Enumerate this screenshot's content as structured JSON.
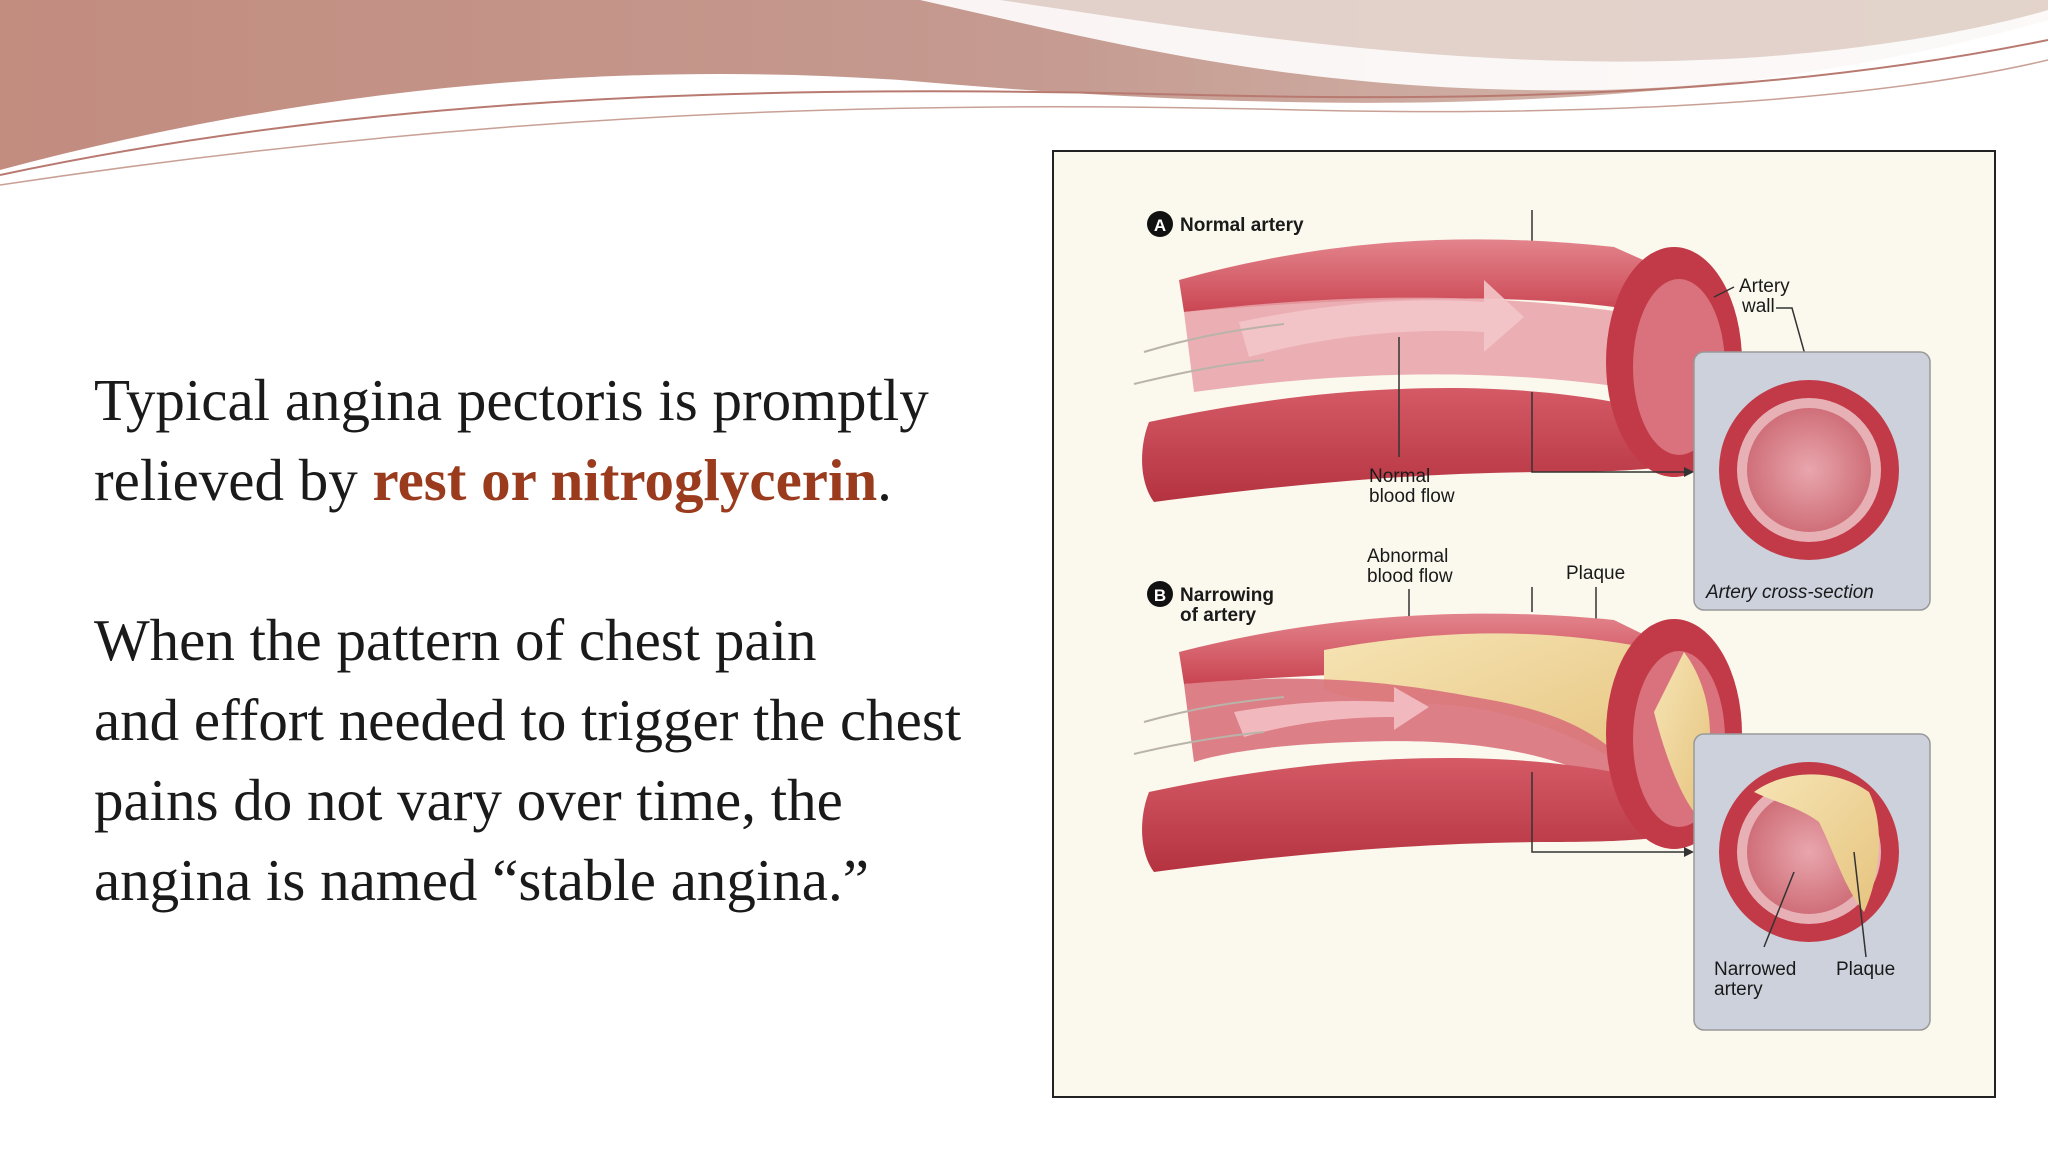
{
  "slide": {
    "para1": {
      "text_before": "Typical angina pectoris is promptly relieved by ",
      "highlight": "rest or nitroglycerin",
      "text_after": "."
    },
    "para2": {
      "lines": [
        "When  the pattern of chest pain",
        "and effort needed to trigger the chest",
        "pains do not vary over time, the",
        "angina is named “stable angina.”"
      ]
    }
  },
  "figure": {
    "panel_a": {
      "badge": "A",
      "title": "Normal artery",
      "label_blood_flow": [
        "Normal",
        "blood flow"
      ],
      "label_artery_wall": [
        "Artery",
        "wall"
      ],
      "cross_section_caption": "Artery cross-section"
    },
    "panel_b": {
      "badge": "B",
      "title": [
        "Narrowing",
        "of artery"
      ],
      "label_abnormal_flow": [
        "Abnormal",
        "blood flow"
      ],
      "label_plaque": "Plaque",
      "label_narrowed": [
        "Narrowed",
        "artery"
      ],
      "label_plaque_cross": "Plaque"
    }
  },
  "colors": {
    "highlight": "#9a3b1e",
    "artery_red": "#c9424f",
    "plaque": "#f0d9a0",
    "banner": "#c08a82"
  }
}
